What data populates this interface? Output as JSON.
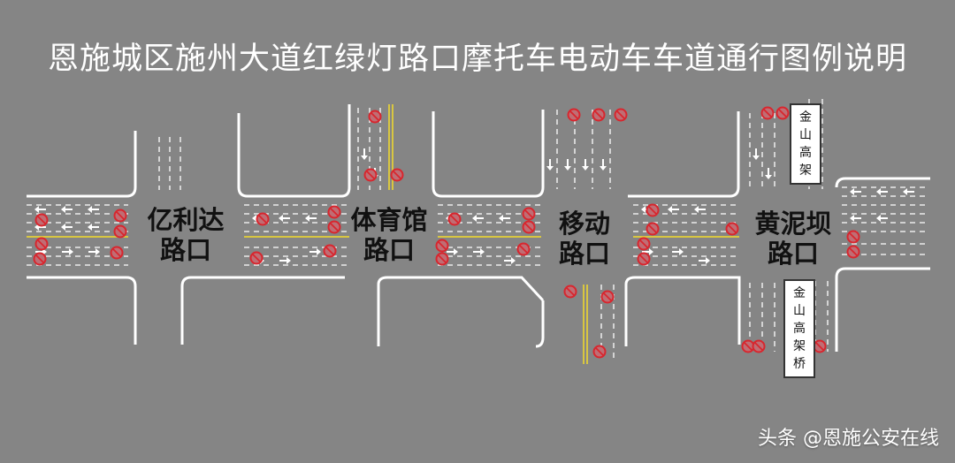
{
  "title": "恩施城区施州大道红绿灯路口摩托车电动车车道通行图例说明",
  "intersections": [
    {
      "line1": "亿利达",
      "line2": "路口"
    },
    {
      "line1": "体育馆",
      "line2": "路口"
    },
    {
      "line1": "移动",
      "line2": "路口"
    },
    {
      "line1": "黄泥坝",
      "line2": "路口"
    }
  ],
  "bridge_sign": [
    "金",
    "山",
    "高",
    "架",
    "桥"
  ],
  "watermark": "头条 @恩施公安在线",
  "colors": {
    "background": "#858585",
    "road_line": "#ffffff",
    "center_line": "#d8c641",
    "prohibit_red": "#d8262e"
  }
}
